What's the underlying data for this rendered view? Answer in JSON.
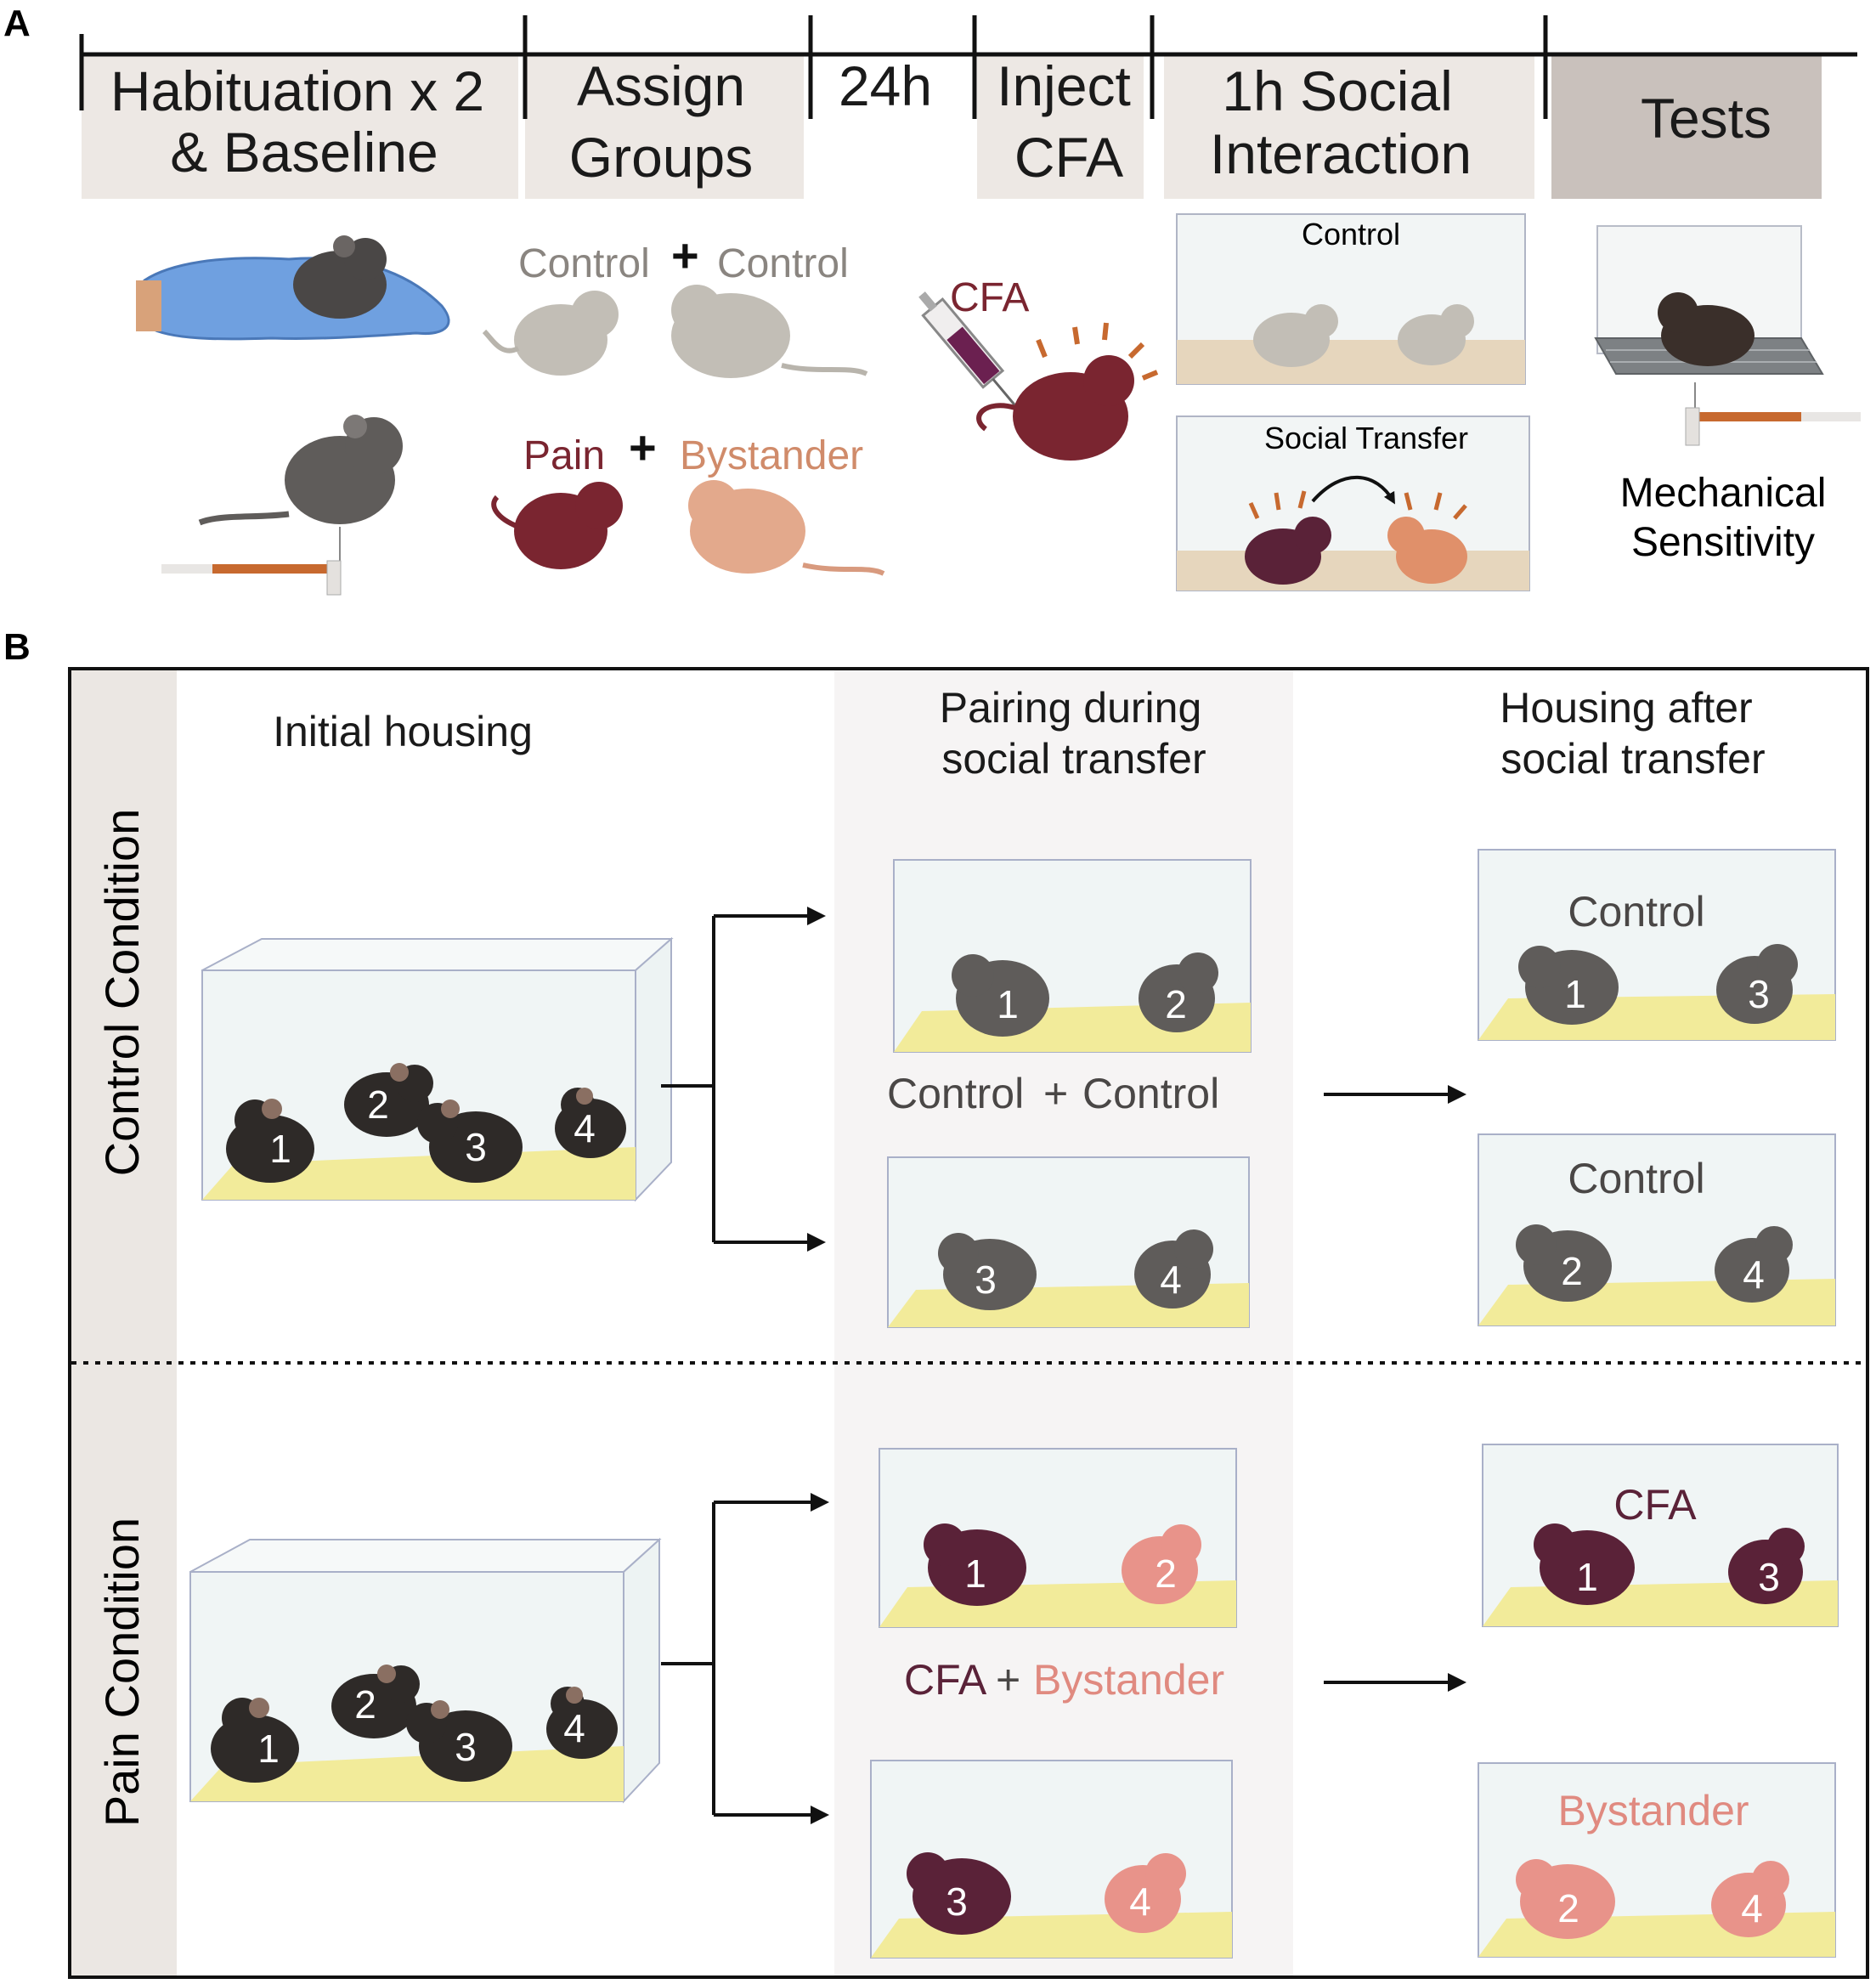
{
  "panel_a": {
    "letter": "A",
    "stages": [
      {
        "line1": "Habituation x 2",
        "line2": "& Baseline"
      },
      {
        "line1": "Assign",
        "line2": "Groups"
      },
      {
        "line1": "24h",
        "line2": ""
      },
      {
        "line1": "Inject",
        "line2": "CFA"
      },
      {
        "line1": "1h Social",
        "line2": "Interaction"
      },
      {
        "line1": "Tests",
        "line2": ""
      }
    ],
    "groups": {
      "control_a": "Control",
      "plus1": "+",
      "control_b": "Control",
      "pain": "Pain",
      "plus2": "+",
      "bystander": "Bystander"
    },
    "cfa_label": "CFA",
    "interaction_boxes": {
      "control": "Control",
      "social": "Social Transfer"
    },
    "tests": {
      "line1": "Mechanical",
      "line2": "Sensitivity"
    }
  },
  "panel_b": {
    "letter": "B",
    "headers": {
      "initial": "Initial housing",
      "pairing1": "Pairing during",
      "pairing2": "social transfer",
      "after1": "Housing after",
      "after2": "social transfer"
    },
    "conditions": {
      "control": "Control Condition",
      "pain": "Pain Condition"
    },
    "mouse_numbers": [
      "1",
      "2",
      "3",
      "4"
    ],
    "pair_labels": {
      "control_a": "Control",
      "control_plus": "+",
      "control_b": "Control",
      "cfa": "CFA",
      "cfa_plus": "+",
      "bystander": "Bystander"
    },
    "cage_labels": {
      "control": "Control",
      "cfa": "CFA",
      "bystander": "Bystander"
    }
  },
  "colors": {
    "stage_bg": "#ede8e4",
    "tests_bg": "#c9c1bc",
    "control_mouse": "#c2beb6",
    "pain_mouse": "#7a2530",
    "bystander_mouse": "#e3a98c",
    "black_mouse": "#2e2a28",
    "grey_mouse": "#5f5c5a",
    "cfa_mouse": "#5a2238",
    "pink_mouse": "#e8938a",
    "cage_floor": "#f2eb9a",
    "glove": "#6fa0e0"
  }
}
